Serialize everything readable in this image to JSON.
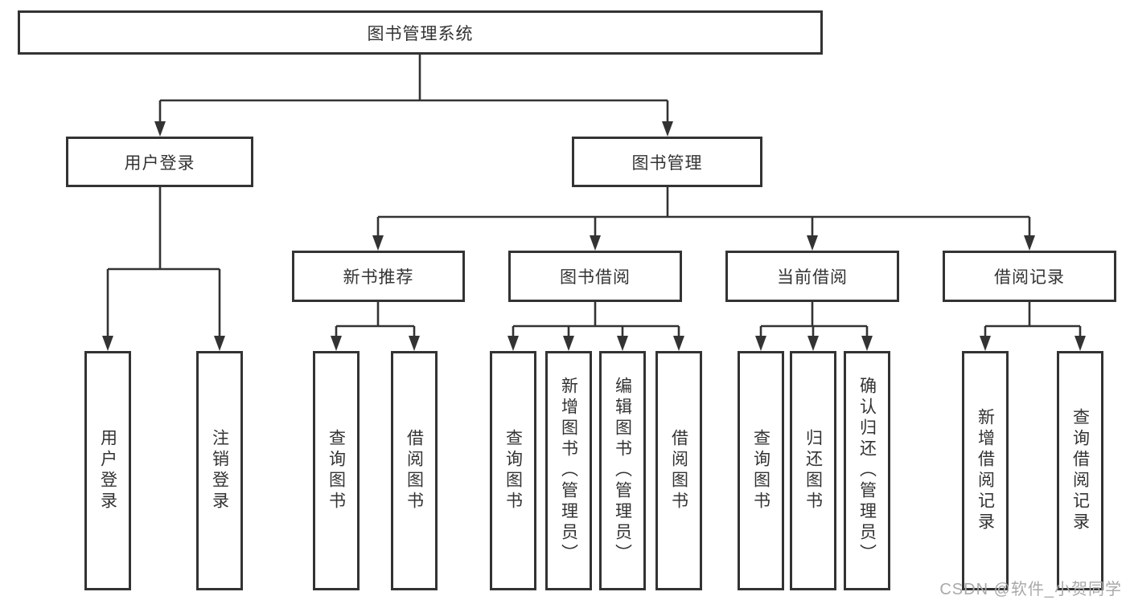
{
  "diagram": {
    "type": "hierarchy-tree",
    "root": {
      "label": "图书管理系统"
    },
    "level2": [
      {
        "label": "用户登录"
      },
      {
        "label": "图书管理"
      }
    ],
    "level3": [
      {
        "label": "新书推荐"
      },
      {
        "label": "图书借阅"
      },
      {
        "label": "当前借阅"
      },
      {
        "label": "借阅记录"
      }
    ],
    "leaves": {
      "user_login": [
        "用户登录",
        "注销登录"
      ],
      "new_book_recommend": [
        "查询图书",
        "借阅图书"
      ],
      "book_borrow": [
        "查询图书",
        "新增图书（管理员）",
        "编辑图书（管理员）",
        "借阅图书"
      ],
      "current_borrow": [
        "查询图书",
        "归还图书",
        "确认归还（管理员）"
      ],
      "borrow_records": [
        "新增借阅记录",
        "查询借阅记录"
      ]
    }
  },
  "colors": {
    "line": "#333333",
    "box_border": "#333333",
    "text": "#333333",
    "watermark": "#a9a9a9",
    "background": "#ffffff"
  },
  "watermark": "CSDN @软件_小贺同学"
}
